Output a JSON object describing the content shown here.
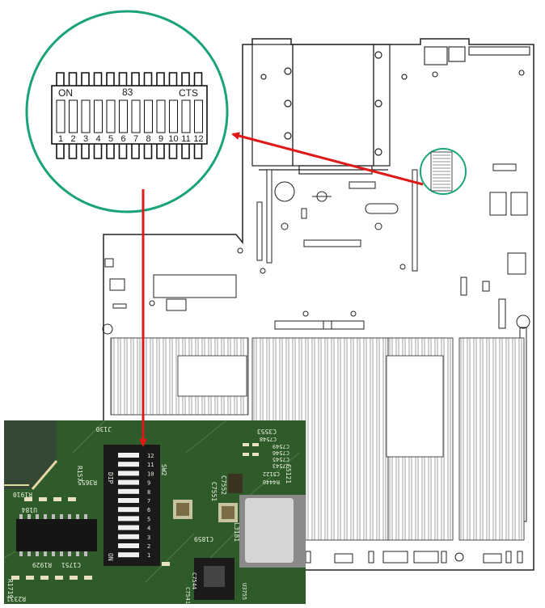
{
  "dip_switch_callout": {
    "on_label": "ON",
    "part_number": "83",
    "cts_label": "CTS",
    "switch_numbers": [
      "1",
      "2",
      "3",
      "4",
      "5",
      "6",
      "7",
      "8",
      "9",
      "10",
      "11",
      "12"
    ]
  },
  "pcb_photo": {
    "silkscreen": [
      "J130",
      "R157",
      "R3655",
      "R1910",
      "U184",
      "C3553",
      "C7548",
      "C7549",
      "C7546",
      "C7545",
      "C7543",
      "C7551",
      "C7552",
      "C5122",
      "R4440",
      "C5121",
      "C1859",
      "L3181",
      "C7544",
      "C7541",
      "U3755",
      "C1751",
      "R1929",
      "R1719",
      "R2331",
      "DIP",
      "ON",
      "SW2"
    ],
    "switch_numbers": [
      "12",
      "11",
      "10",
      "9",
      "8",
      "7",
      "6",
      "5",
      "4",
      "3",
      "2",
      "1"
    ]
  },
  "colors": {
    "callout_ring": "#1aa37a",
    "arrow": "#e01818",
    "board_outline": "#222222",
    "pcb_green": "#2f5a2a"
  }
}
